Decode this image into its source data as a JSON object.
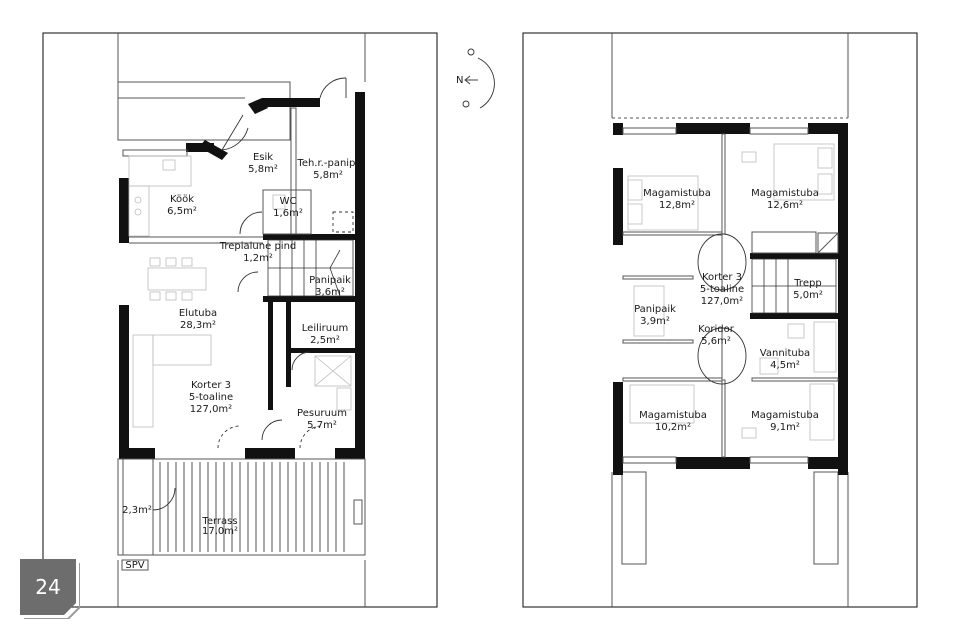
{
  "page_number": "24",
  "compass": {
    "north_label": "N"
  },
  "ground_floor": {
    "rooms": [
      {
        "id": "esik",
        "name": "Esik",
        "area": "5,8m²"
      },
      {
        "id": "tehr",
        "name": "Teh.r.-panip.",
        "area": "5,8m²"
      },
      {
        "id": "kook",
        "name": "Köök",
        "area": "6,5m²"
      },
      {
        "id": "wc",
        "name": "WC",
        "area": "1,6m²"
      },
      {
        "id": "trepialune",
        "name": "Trepialune pind",
        "area": "1,2m²"
      },
      {
        "id": "panipaik",
        "name": "Panipaik",
        "area": "3,6m²"
      },
      {
        "id": "elutuba",
        "name": "Elutuba",
        "area": "28,3m²"
      },
      {
        "id": "leiliruum",
        "name": "Leiliruum",
        "area": "2,5m²"
      },
      {
        "id": "pesuruum",
        "name": "Pesuruum",
        "area": "5,7m²"
      },
      {
        "id": "terrass",
        "name": "Terrass",
        "area": "17,0m²"
      },
      {
        "id": "storage",
        "name": "",
        "area": "2,3m²"
      }
    ],
    "apartment": {
      "name": "Korter 3",
      "type": "5-toaline",
      "area": "127,0m²"
    },
    "spv_label": "SPV"
  },
  "first_floor": {
    "rooms": [
      {
        "id": "mag1",
        "name": "Magamistuba",
        "area": "12,8m²"
      },
      {
        "id": "mag2",
        "name": "Magamistuba",
        "area": "12,6m²"
      },
      {
        "id": "trepp",
        "name": "Trepp",
        "area": "5,0m²"
      },
      {
        "id": "panipaik2",
        "name": "Panipaik",
        "area": "3,9m²"
      },
      {
        "id": "koridor",
        "name": "Koridor",
        "area": "5,6m²"
      },
      {
        "id": "vannituba",
        "name": "Vannituba",
        "area": "4,5m²"
      },
      {
        "id": "mag3",
        "name": "Magamistuba",
        "area": "10,2m²"
      },
      {
        "id": "mag4",
        "name": "Magamistuba",
        "area": "9,1m²"
      }
    ],
    "apartment": {
      "name": "Korter 3",
      "type": "5-toaline",
      "area": "127,0m²"
    }
  }
}
